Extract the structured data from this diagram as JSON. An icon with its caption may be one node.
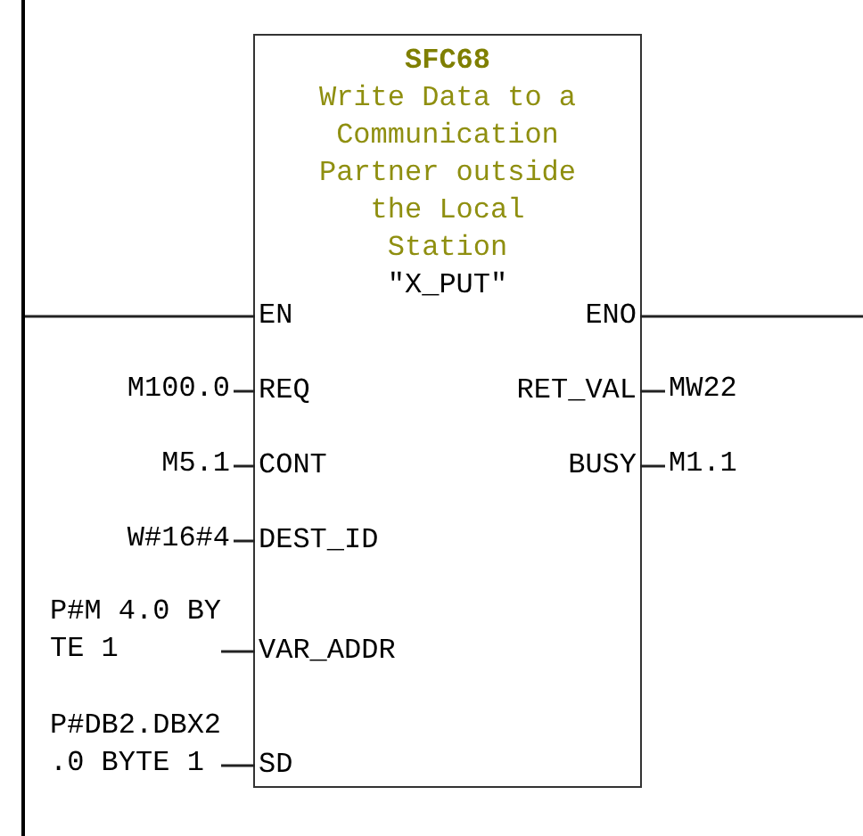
{
  "diagram": {
    "nodes": [
      {
        "text": [],
        "shape": "bar"
      },
      {
        "text": [
          "SFC68",
          "Write Data to a Communication Partner outside the Local Station",
          "\"X_PUT\""
        ]
      },
      {
        "text": [
          "EN"
        ],
        "in": 1
      },
      {
        "text": [
          "ENO"
        ],
        "in": 1
      },
      {
        "text": [
          "REQ"
        ],
        "in": 1
      },
      {
        "text": [
          "CONT"
        ],
        "in": 1
      },
      {
        "text": [
          "DEST_ID"
        ],
        "in": 1
      },
      {
        "text": [
          "VAR_ADDR"
        ],
        "in": 1
      },
      {
        "text": [
          "SD"
        ],
        "in": 1
      },
      {
        "text": [
          "RET_VAL"
        ],
        "in": 1
      },
      {
        "text": [
          "BUSY"
        ],
        "in": 1
      },
      {
        "text": [
          "M100.0"
        ]
      },
      {
        "text": [
          "M5.1"
        ]
      },
      {
        "text": [
          "W#16#4"
        ]
      },
      {
        "text": [
          "P#M 4.0 BY TE 1"
        ]
      },
      {
        "text": [
          "P#DB2.DBX2 .0 BYTE 1"
        ]
      },
      {
        "text": [
          "MW22"
        ]
      },
      {
        "text": [
          "M1.1"
        ]
      }
    ],
    "edges": [
      {
        "from": 0,
        "to": 2,
        "arrow": "none"
      },
      {
        "from": 3,
        "to": null,
        "arrow": "none"
      },
      {
        "from": 11,
        "to": 4,
        "arrow": "none"
      },
      {
        "from": 12,
        "to": 5,
        "arrow": "none"
      },
      {
        "from": 13,
        "to": 6,
        "arrow": "none"
      },
      {
        "from": 14,
        "to": 7,
        "arrow": "none"
      },
      {
        "from": 15,
        "to": 8,
        "arrow": "none"
      },
      {
        "from": 9,
        "to": 16,
        "arrow": "none"
      },
      {
        "from": 10,
        "to": 17,
        "arrow": "none"
      }
    ]
  }
}
